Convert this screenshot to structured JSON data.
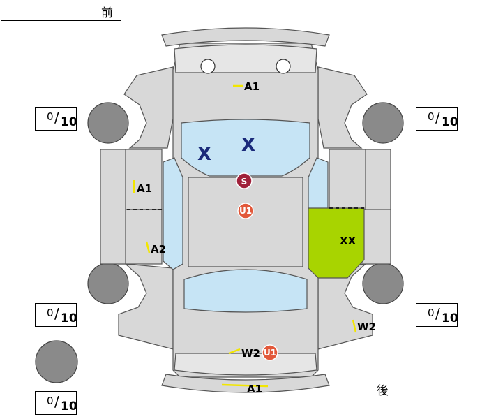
{
  "header": {
    "front_label": "前",
    "rear_label": "後"
  },
  "tread_boxes": [
    {
      "id": "front-left",
      "value": "0",
      "denominator": "10"
    },
    {
      "id": "front-right",
      "value": "0",
      "denominator": "10"
    },
    {
      "id": "rear-left",
      "value": "0",
      "denominator": "10"
    },
    {
      "id": "rear-right",
      "value": "0",
      "denominator": "10"
    },
    {
      "id": "spare",
      "value": "0",
      "denominator": "10"
    }
  ],
  "marks": {
    "front_bumper": "A1",
    "left_front_door": "A1",
    "left_rear_door": "A2",
    "right_rear_quarter": "W2",
    "rear_panel": "W2",
    "rear_bumper": "A1",
    "windshield_1": "X",
    "windshield_2": "X",
    "roof_s": "S",
    "roof_u1": "U1",
    "rear_u1": "U1",
    "right_rear_door": "XX"
  },
  "colors": {
    "body": "#d8d8d8",
    "glass": "#c6e4f5",
    "tire": "#8a8a8a",
    "highlight_green": "#a8d400",
    "badge_s": "#a0213a",
    "badge_u1": "#e2583a",
    "scratch_yellow": "#f2e600",
    "x_mark": "#1a2a7a"
  }
}
